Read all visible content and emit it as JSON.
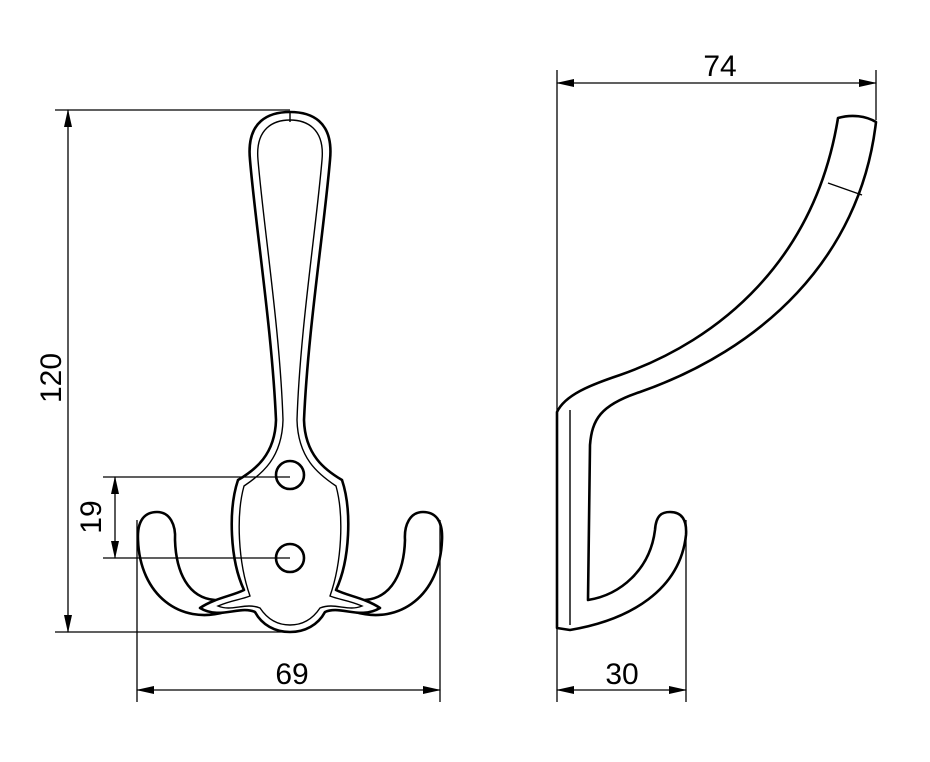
{
  "front_view": {
    "dimensions": {
      "height": "120",
      "hole_spacing": "19",
      "width": "69"
    }
  },
  "side_view": {
    "dimensions": {
      "depth": "74",
      "hook_projection": "30"
    }
  }
}
